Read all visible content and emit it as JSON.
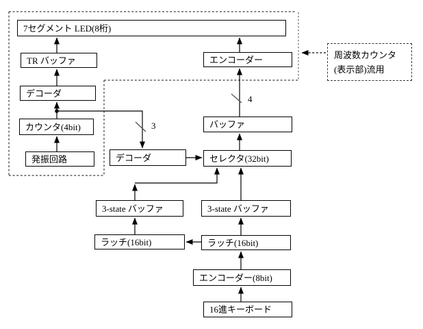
{
  "boxes": {
    "led": "7セグメント LED(8桁)",
    "tr_buffer": "TR バッファ",
    "decoder_display": "デコーダ",
    "counter": "カウンタ(4bit)",
    "oscillator": "発振回路",
    "encoder_display": "エンコーダー",
    "buffer": "バッファ",
    "selector": "セレクタ(32bit)",
    "decoder_mid": "デコーダ",
    "tristate_left": "3-state バッファ",
    "tristate_right": "3-state バッファ",
    "latch_left": "ラッチ(16bit)",
    "latch_right": "ラッチ(16bit)",
    "encoder_8bit": "エンコーダー(8bit)",
    "hex_keyboard": "16進キーボード"
  },
  "bus_labels": {
    "three": "3",
    "four": "4"
  },
  "note": {
    "line1": "周波数カウンタ",
    "line2": "(表示部)流用"
  },
  "colors": {
    "line": "#000000",
    "dashed_dark": "#3d3d3d",
    "dashed_gray": "#a6a6a6",
    "background": "#ffffff"
  }
}
